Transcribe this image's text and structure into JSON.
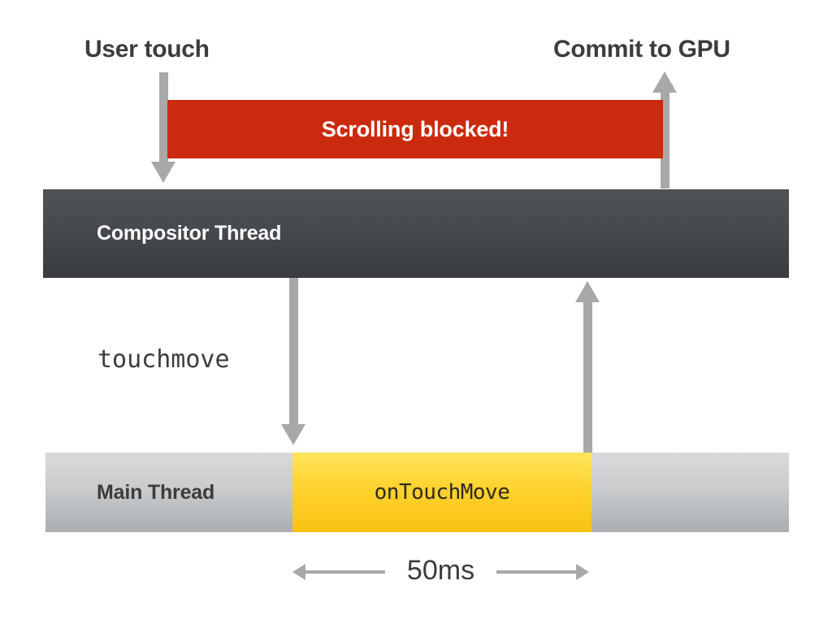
{
  "diagram": {
    "title_hidden": "",
    "background_color": "#ffffff",
    "annotations": {
      "user_touch": "User touch",
      "commit_to_gpu": "Commit to GPU",
      "touchmove_event": "touchmove",
      "duration_label": "50ms"
    },
    "blocked_bar": {
      "label": "Scrolling blocked!",
      "color": "#cb2a0e",
      "text_color": "#ffffff"
    },
    "lanes": [
      {
        "name": "Compositor Thread",
        "label": "Compositor Thread",
        "color_top": "#4f5358",
        "color_bottom": "#3a3c3f",
        "text_color": "#ffffff"
      },
      {
        "name": "Main Thread",
        "label": "Main Thread",
        "color_top": "#d8dadc",
        "color_bottom": "#abaeb0",
        "text_color": "#3c3c3c"
      }
    ],
    "main_thread_task": {
      "label": "onTouchMove",
      "color_top": "#ffe45c",
      "color_bottom": "#f9c212",
      "text_color": "#2e2b20",
      "duration": "50ms"
    },
    "arrow_color": "#a8a8a8",
    "arrows": [
      {
        "name": "user-touch-to-compositor",
        "direction": "down"
      },
      {
        "name": "compositor-to-gpu",
        "direction": "up"
      },
      {
        "name": "compositor-to-main-thread",
        "direction": "down",
        "label": "touchmove"
      },
      {
        "name": "main-thread-to-compositor",
        "direction": "up"
      }
    ]
  }
}
